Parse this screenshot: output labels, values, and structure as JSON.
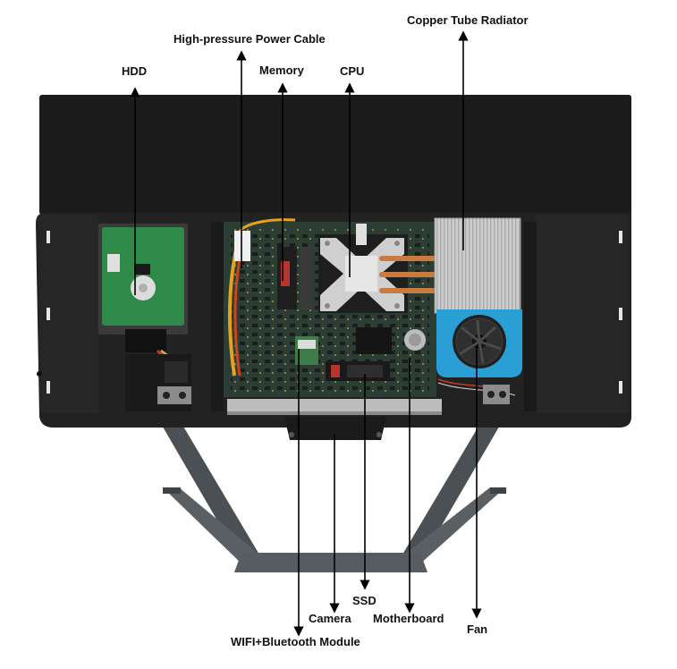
{
  "labels": {
    "hdd": "HDD",
    "power_cable": "High-pressure Power Cable",
    "memory": "Memory",
    "cpu": "CPU",
    "radiator": "Copper Tube Radiator",
    "ssd": "SSD",
    "camera": "Camera",
    "motherboard": "Motherboard",
    "fan": "Fan",
    "wifi": "WIFI+Bluetooth Module"
  },
  "colors": {
    "frame": "#1c1c1c",
    "panel": "#222222",
    "board": "#2c3d33",
    "hdd_pcb": "#2f8a4a",
    "radiator": "#c9c9c9",
    "fan": "#2a9fd6",
    "stand": "#4e5356",
    "arrow": "#000000",
    "label_text": "#111111"
  }
}
